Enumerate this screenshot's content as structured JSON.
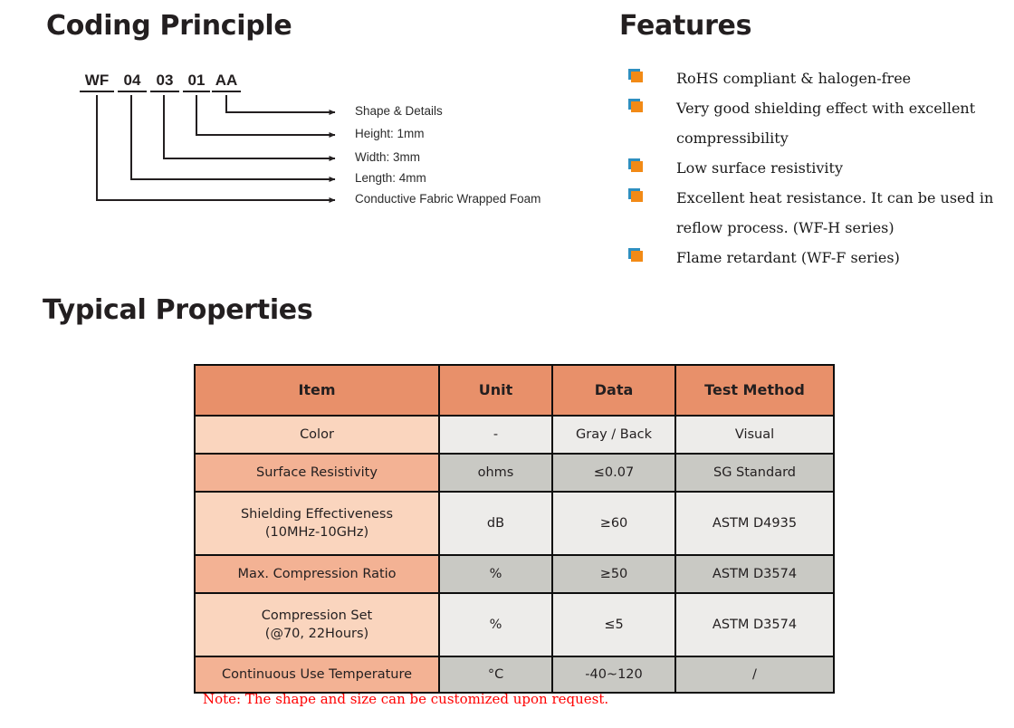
{
  "sections": {
    "coding_principle_title": "Coding Principle",
    "features_title": "Features",
    "typical_properties_title": "Typical Properties"
  },
  "coding": {
    "tokens": [
      {
        "label": "WF"
      },
      {
        "label": "04"
      },
      {
        "label": "03"
      },
      {
        "label": "01"
      },
      {
        "label": "AA"
      }
    ],
    "callouts": [
      {
        "label": "Shape & Details"
      },
      {
        "label": "Height: 1mm"
      },
      {
        "label": "Width: 3mm"
      },
      {
        "label": "Length: 4mm"
      },
      {
        "label": "Conductive Fabric Wrapped Foam"
      }
    ]
  },
  "features": {
    "bullet_color": "#f28a16",
    "bullet_accent_color": "#2e8fc0",
    "items": [
      {
        "text": "RoHS compliant & halogen-free"
      },
      {
        "text": "Very good shielding effect with excellent compressibility"
      },
      {
        "text": "Low surface resistivity"
      },
      {
        "text": "Excellent heat resistance. It can be used in reflow process. (WF-H series)"
      },
      {
        "text": "Flame retardant (WF-F series)"
      }
    ]
  },
  "table": {
    "header_color": "#e8906a",
    "headers": [
      "Item",
      "Unit",
      "Data",
      "Test Method"
    ],
    "rows": [
      {
        "item": "Color",
        "item_sub": "",
        "unit": "-",
        "data": "Gray / Back",
        "method": "Visual"
      },
      {
        "item": "Surface Resistivity",
        "item_sub": "",
        "unit": "ohms",
        "data": "≤0.07",
        "method": "SG Standard"
      },
      {
        "item": "Shielding Effectiveness",
        "item_sub": "(10MHz-10GHz)",
        "unit": "dB",
        "data": "≥60",
        "method": "ASTM D4935"
      },
      {
        "item": "Max. Compression Ratio",
        "item_sub": "",
        "unit": "%",
        "data": "≥50",
        "method": "ASTM D3574"
      },
      {
        "item": "Compression Set",
        "item_sub": "(@70, 22Hours)",
        "unit": "%",
        "data": "≤5",
        "method": "ASTM D3574"
      },
      {
        "item": "Continuous Use Temperature",
        "item_sub": "",
        "unit": "°C",
        "data": "-40~120",
        "method": "/"
      }
    ]
  },
  "note": {
    "text": "Note: The shape and size can be customized upon request.",
    "color": "#ff0000"
  }
}
